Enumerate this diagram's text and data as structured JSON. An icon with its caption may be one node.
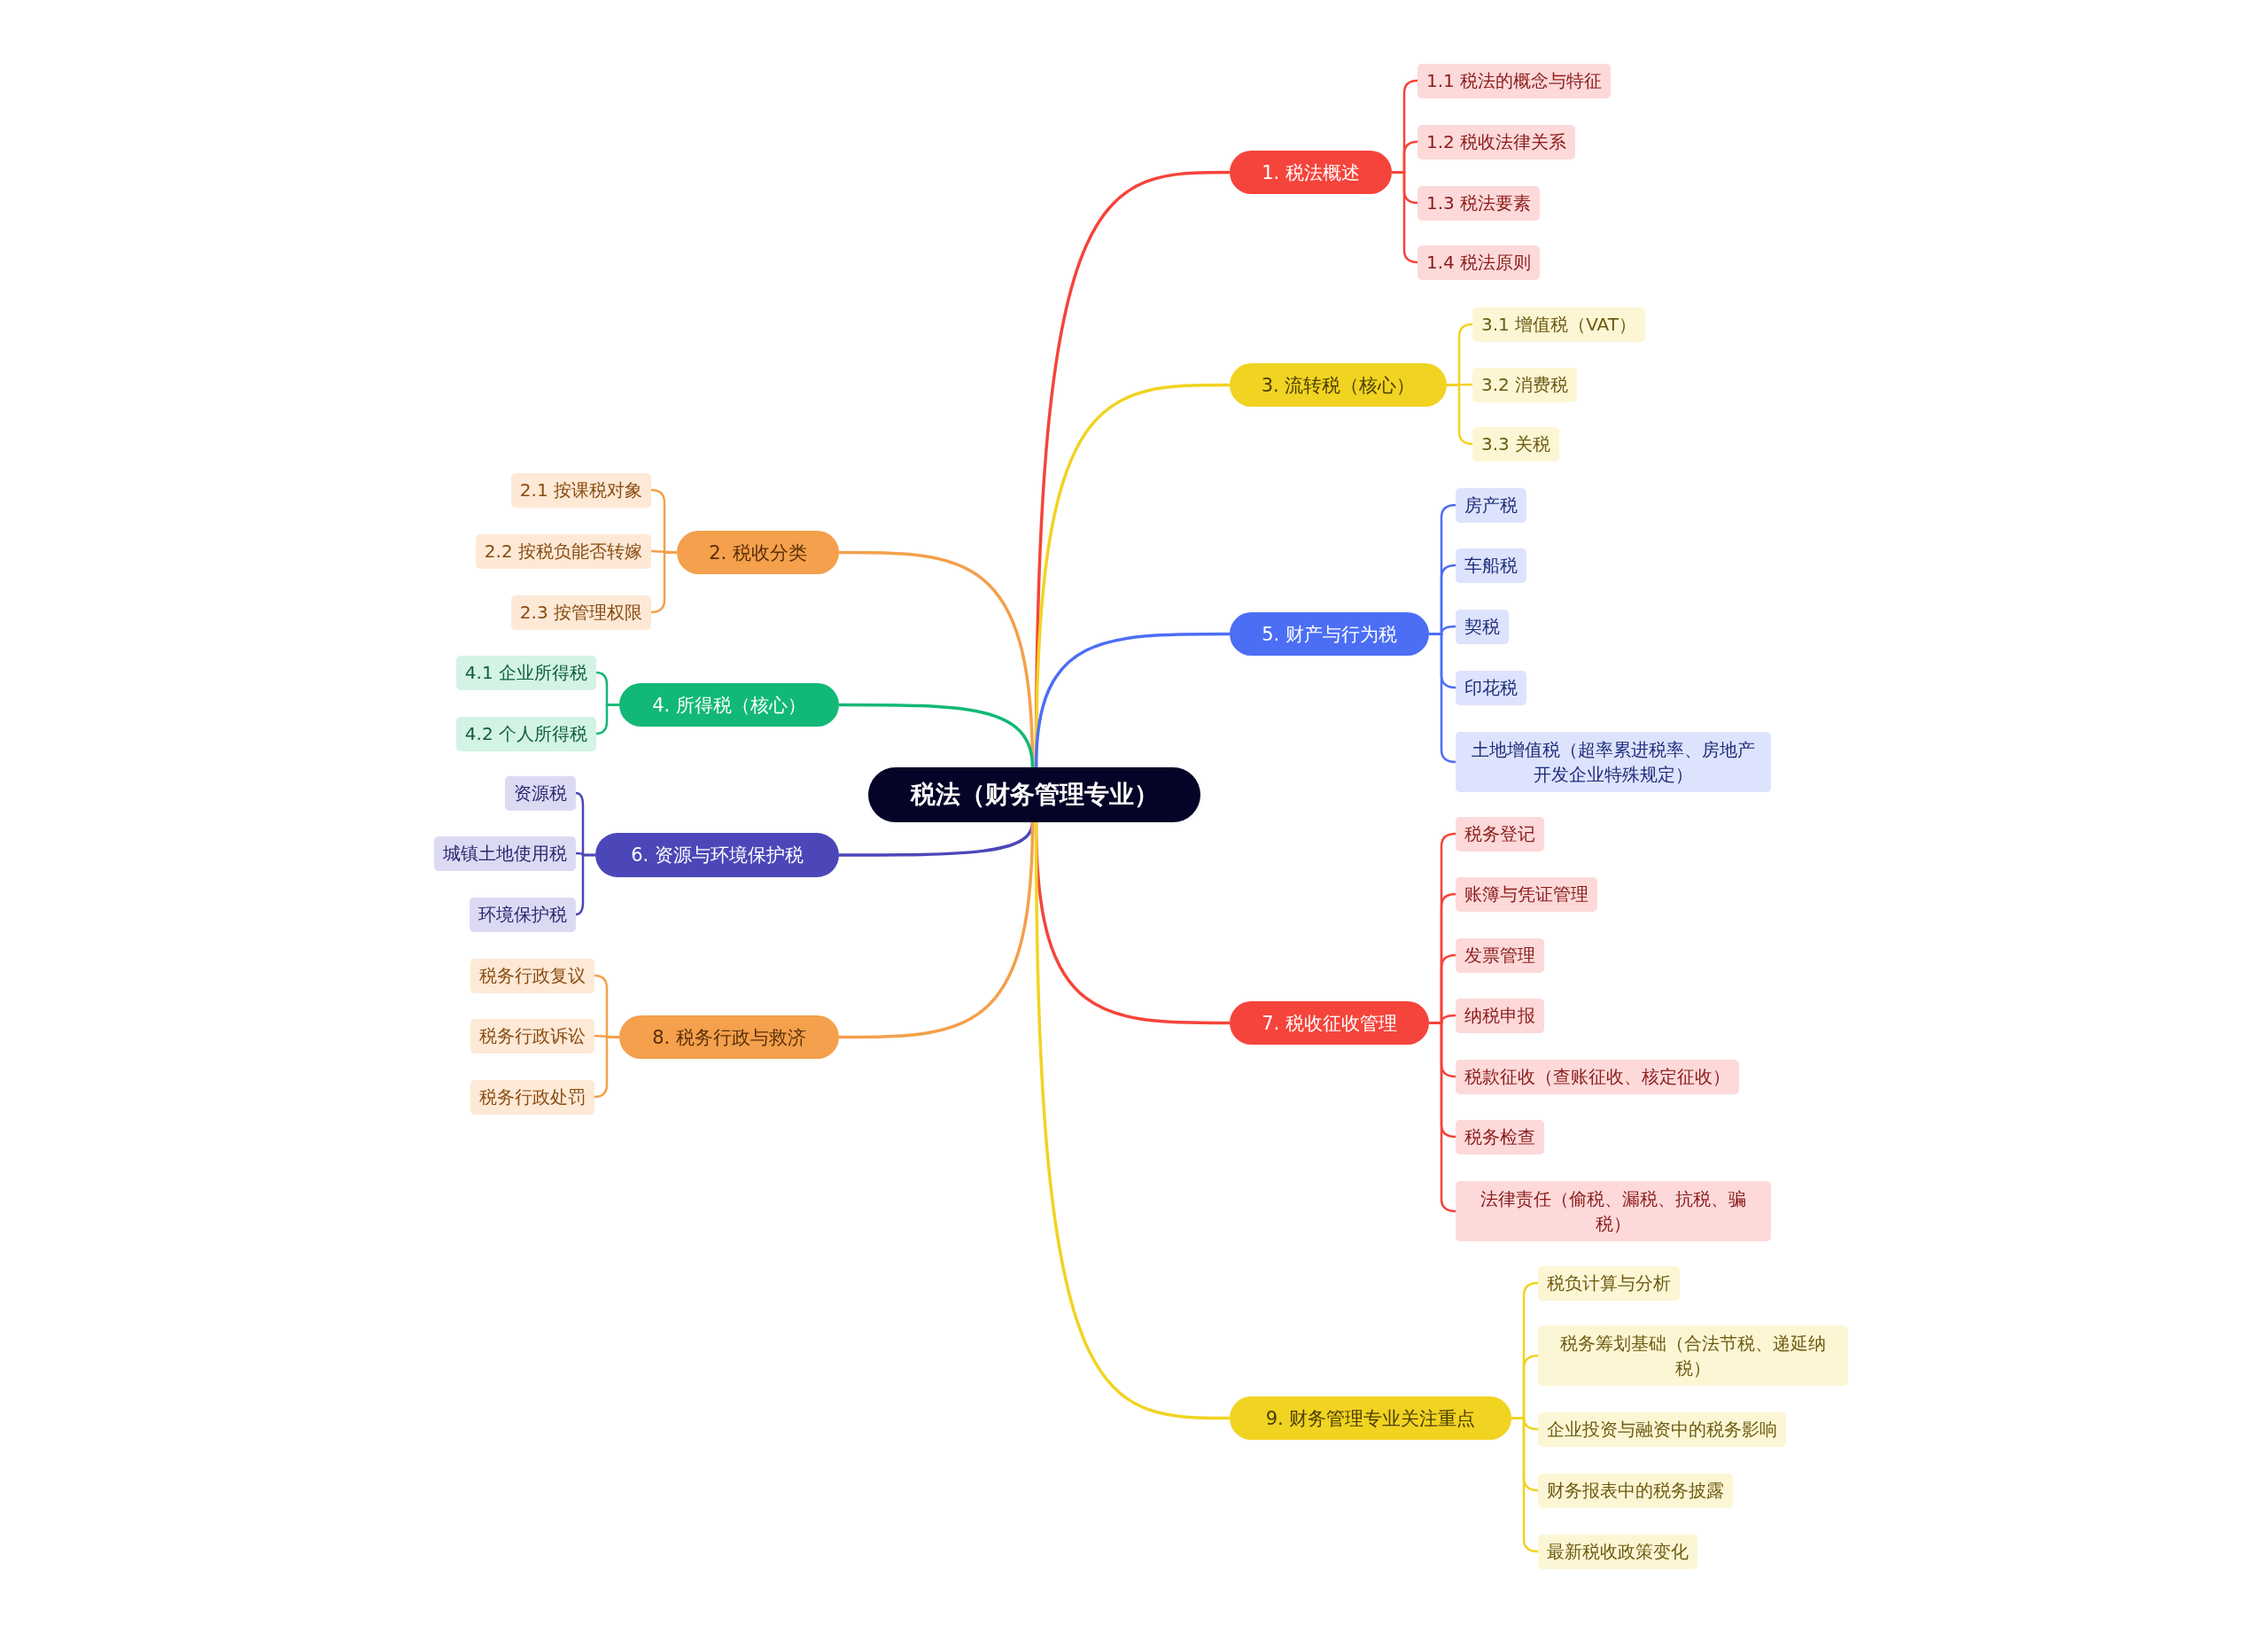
{
  "diagram": {
    "nodes": [
      {
        "text": [
          "税法（财务管理专业）"
        ]
      },
      {
        "text": [
          "1. 税法概述"
        ]
      },
      {
        "text": [
          "1.1 税法的概念与特征"
        ]
      },
      {
        "text": [
          "1.2 税收法律关系"
        ]
      },
      {
        "text": [
          "1.3 税法要素"
        ]
      },
      {
        "text": [
          "1.4 税法原则"
        ]
      },
      {
        "text": [
          "2. 税收分类"
        ]
      },
      {
        "text": [
          "2.1 按课税对象"
        ]
      },
      {
        "text": [
          "2.2 按税负能否转嫁"
        ]
      },
      {
        "text": [
          "2.3 按管理权限"
        ]
      },
      {
        "text": [
          "3. 流转税（核心）"
        ]
      },
      {
        "text": [
          "3.1 增值税（VAT）"
        ]
      },
      {
        "text": [
          "3.2 消费税"
        ]
      },
      {
        "text": [
          "3.3 关税"
        ]
      },
      {
        "text": [
          "4. 所得税（核心）"
        ]
      },
      {
        "text": [
          "4.1 企业所得税"
        ]
      },
      {
        "text": [
          "4.2 个人所得税"
        ]
      },
      {
        "text": [
          "5. 财产与行为税"
        ]
      },
      {
        "text": [
          "房产税"
        ]
      },
      {
        "text": [
          "车船税"
        ]
      },
      {
        "text": [
          "契税"
        ]
      },
      {
        "text": [
          "印花税"
        ]
      },
      {
        "text": [
          "土地增值税（超率累进税率、房地产开发企业特殊规定）"
        ]
      },
      {
        "text": [
          "6. 资源与环境保护税"
        ]
      },
      {
        "text": [
          "资源税"
        ]
      },
      {
        "text": [
          "城镇土地使用税"
        ]
      },
      {
        "text": [
          "环境保护税"
        ]
      },
      {
        "text": [
          "7. 税收征收管理"
        ]
      },
      {
        "text": [
          "税务登记"
        ]
      },
      {
        "text": [
          "账簿与凭证管理"
        ]
      },
      {
        "text": [
          "发票管理"
        ]
      },
      {
        "text": [
          "纳税申报"
        ]
      },
      {
        "text": [
          "税款征收（查账征收、核定征收）"
        ]
      },
      {
        "text": [
          "税务检查"
        ]
      },
      {
        "text": [
          "法律责任（偷税、漏税、抗税、骗税）"
        ]
      },
      {
        "text": [
          "8. 税务行政与救济"
        ]
      },
      {
        "text": [
          "税务行政复议"
        ]
      },
      {
        "text": [
          "税务行政诉讼"
        ]
      },
      {
        "text": [
          "税务行政处罚"
        ]
      },
      {
        "text": [
          "9. 财务管理专业关注重点"
        ]
      },
      {
        "text": [
          "税负计算与分析"
        ]
      },
      {
        "text": [
          "税务筹划基础（合法节税、递延纳税）"
        ]
      },
      {
        "text": [
          "企业投资与融资中的税务影响"
        ]
      },
      {
        "text": [
          "财务报表中的税务披露"
        ]
      },
      {
        "text": [
          "最新税收政策变化"
        ]
      }
    ],
    "edges": [
      {
        "from": 0,
        "to": 1,
        "arrow": "none",
        "color": "#f5443b"
      },
      {
        "from": 1,
        "to": 2,
        "arrow": "none",
        "color": "#f5443b"
      },
      {
        "from": 1,
        "to": 3,
        "arrow": "none",
        "color": "#f5443b"
      },
      {
        "from": 1,
        "to": 4,
        "arrow": "none",
        "color": "#f5443b"
      },
      {
        "from": 1,
        "to": 5,
        "arrow": "none",
        "color": "#f5443b"
      },
      {
        "from": 0,
        "to": 6,
        "arrow": "none",
        "color": "#f4a04c"
      },
      {
        "from": 6,
        "to": 7,
        "arrow": "none",
        "color": "#f4a04c"
      },
      {
        "from": 6,
        "to": 8,
        "arrow": "none",
        "color": "#f4a04c"
      },
      {
        "from": 6,
        "to": 9,
        "arrow": "none",
        "color": "#f4a04c"
      },
      {
        "from": 0,
        "to": 10,
        "arrow": "none",
        "color": "#f1d321"
      },
      {
        "from": 10,
        "to": 11,
        "arrow": "none",
        "color": "#f1d321"
      },
      {
        "from": 10,
        "to": 12,
        "arrow": "none",
        "color": "#f1d321"
      },
      {
        "from": 10,
        "to": 13,
        "arrow": "none",
        "color": "#f1d321"
      },
      {
        "from": 0,
        "to": 14,
        "arrow": "none",
        "color": "#12b876"
      },
      {
        "from": 14,
        "to": 15,
        "arrow": "none",
        "color": "#12b876"
      },
      {
        "from": 14,
        "to": 16,
        "arrow": "none",
        "color": "#12b876"
      },
      {
        "from": 0,
        "to": 17,
        "arrow": "none",
        "color": "#4c6ef5"
      },
      {
        "from": 17,
        "to": 18,
        "arrow": "none",
        "color": "#4c6ef5"
      },
      {
        "from": 17,
        "to": 19,
        "arrow": "none",
        "color": "#4c6ef5"
      },
      {
        "from": 17,
        "to": 20,
        "arrow": "none",
        "color": "#4c6ef5"
      },
      {
        "from": 17,
        "to": 21,
        "arrow": "none",
        "color": "#4c6ef5"
      },
      {
        "from": 17,
        "to": 22,
        "arrow": "none",
        "color": "#4c6ef5"
      },
      {
        "from": 0,
        "to": 23,
        "arrow": "none",
        "color": "#4b47b9"
      },
      {
        "from": 23,
        "to": 24,
        "arrow": "none",
        "color": "#4b47b9"
      },
      {
        "from": 23,
        "to": 25,
        "arrow": "none",
        "color": "#4b47b9"
      },
      {
        "from": 23,
        "to": 26,
        "arrow": "none",
        "color": "#4b47b9"
      },
      {
        "from": 0,
        "to": 27,
        "arrow": "none",
        "color": "#f5443b"
      },
      {
        "from": 27,
        "to": 28,
        "arrow": "none",
        "color": "#f5443b"
      },
      {
        "from": 27,
        "to": 29,
        "arrow": "none",
        "color": "#f5443b"
      },
      {
        "from": 27,
        "to": 30,
        "arrow": "none",
        "color": "#f5443b"
      },
      {
        "from": 27,
        "to": 31,
        "arrow": "none",
        "color": "#f5443b"
      },
      {
        "from": 27,
        "to": 32,
        "arrow": "none",
        "color": "#f5443b"
      },
      {
        "from": 27,
        "to": 33,
        "arrow": "none",
        "color": "#f5443b"
      },
      {
        "from": 27,
        "to": 34,
        "arrow": "none",
        "color": "#f5443b"
      },
      {
        "from": 0,
        "to": 35,
        "arrow": "none",
        "color": "#f4a04c"
      },
      {
        "from": 35,
        "to": 36,
        "arrow": "none",
        "color": "#f4a04c"
      },
      {
        "from": 35,
        "to": 37,
        "arrow": "none",
        "color": "#f4a04c"
      },
      {
        "from": 35,
        "to": 38,
        "arrow": "none",
        "color": "#f4a04c"
      },
      {
        "from": 0,
        "to": 39,
        "arrow": "none",
        "color": "#f1d321"
      },
      {
        "from": 39,
        "to": 40,
        "arrow": "none",
        "color": "#f1d321"
      },
      {
        "from": 39,
        "to": 41,
        "arrow": "none",
        "color": "#f1d321"
      },
      {
        "from": 39,
        "to": 42,
        "arrow": "none",
        "color": "#f1d321"
      },
      {
        "from": 39,
        "to": 43,
        "arrow": "none",
        "color": "#f1d321"
      },
      {
        "from": 39,
        "to": 44,
        "arrow": "none",
        "color": "#f1d321"
      }
    ]
  }
}
